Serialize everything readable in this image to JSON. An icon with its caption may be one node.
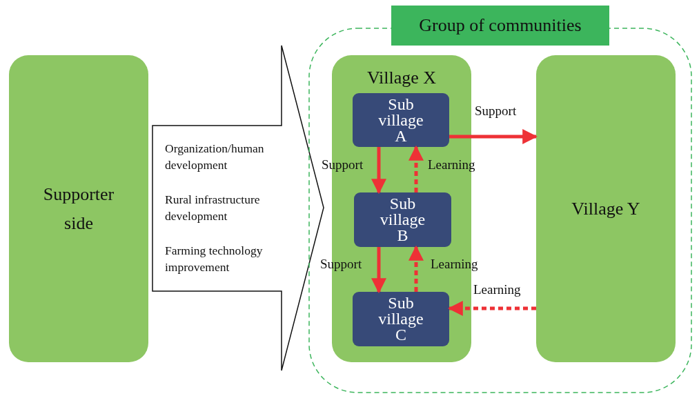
{
  "diagram": {
    "nodes": [
      {
        "text": [
          "Supporter side"
        ]
      },
      {
        "text": [
          "Organization/human development",
          "Rural infrastructure development",
          "Farming technology improvement"
        ]
      },
      {
        "text": [
          "Group of communities"
        ]
      },
      {
        "text": [
          "Village X"
        ],
        "in": 2
      },
      {
        "text": [
          "Sub village A"
        ],
        "in": 3
      },
      {
        "text": [
          "Sub village B"
        ],
        "in": 3
      },
      {
        "text": [
          "Sub village C"
        ],
        "in": 3
      },
      {
        "text": [
          "Village Y"
        ],
        "in": 2
      }
    ],
    "edges": [
      {
        "from": 4,
        "to": 7,
        "arrow": "to",
        "label": "Support"
      },
      {
        "from": 4,
        "to": 5,
        "arrow": "to",
        "label": "Support"
      },
      {
        "from": 5,
        "to": 4,
        "arrow": "to",
        "label": "Learning",
        "style": "dashed"
      },
      {
        "from": 5,
        "to": 6,
        "arrow": "to",
        "label": "Support"
      },
      {
        "from": 6,
        "to": 5,
        "arrow": "to",
        "label": "Learning",
        "style": "dashed"
      },
      {
        "from": 7,
        "to": 6,
        "arrow": "to",
        "label": "Learning",
        "style": "dashed"
      }
    ]
  }
}
